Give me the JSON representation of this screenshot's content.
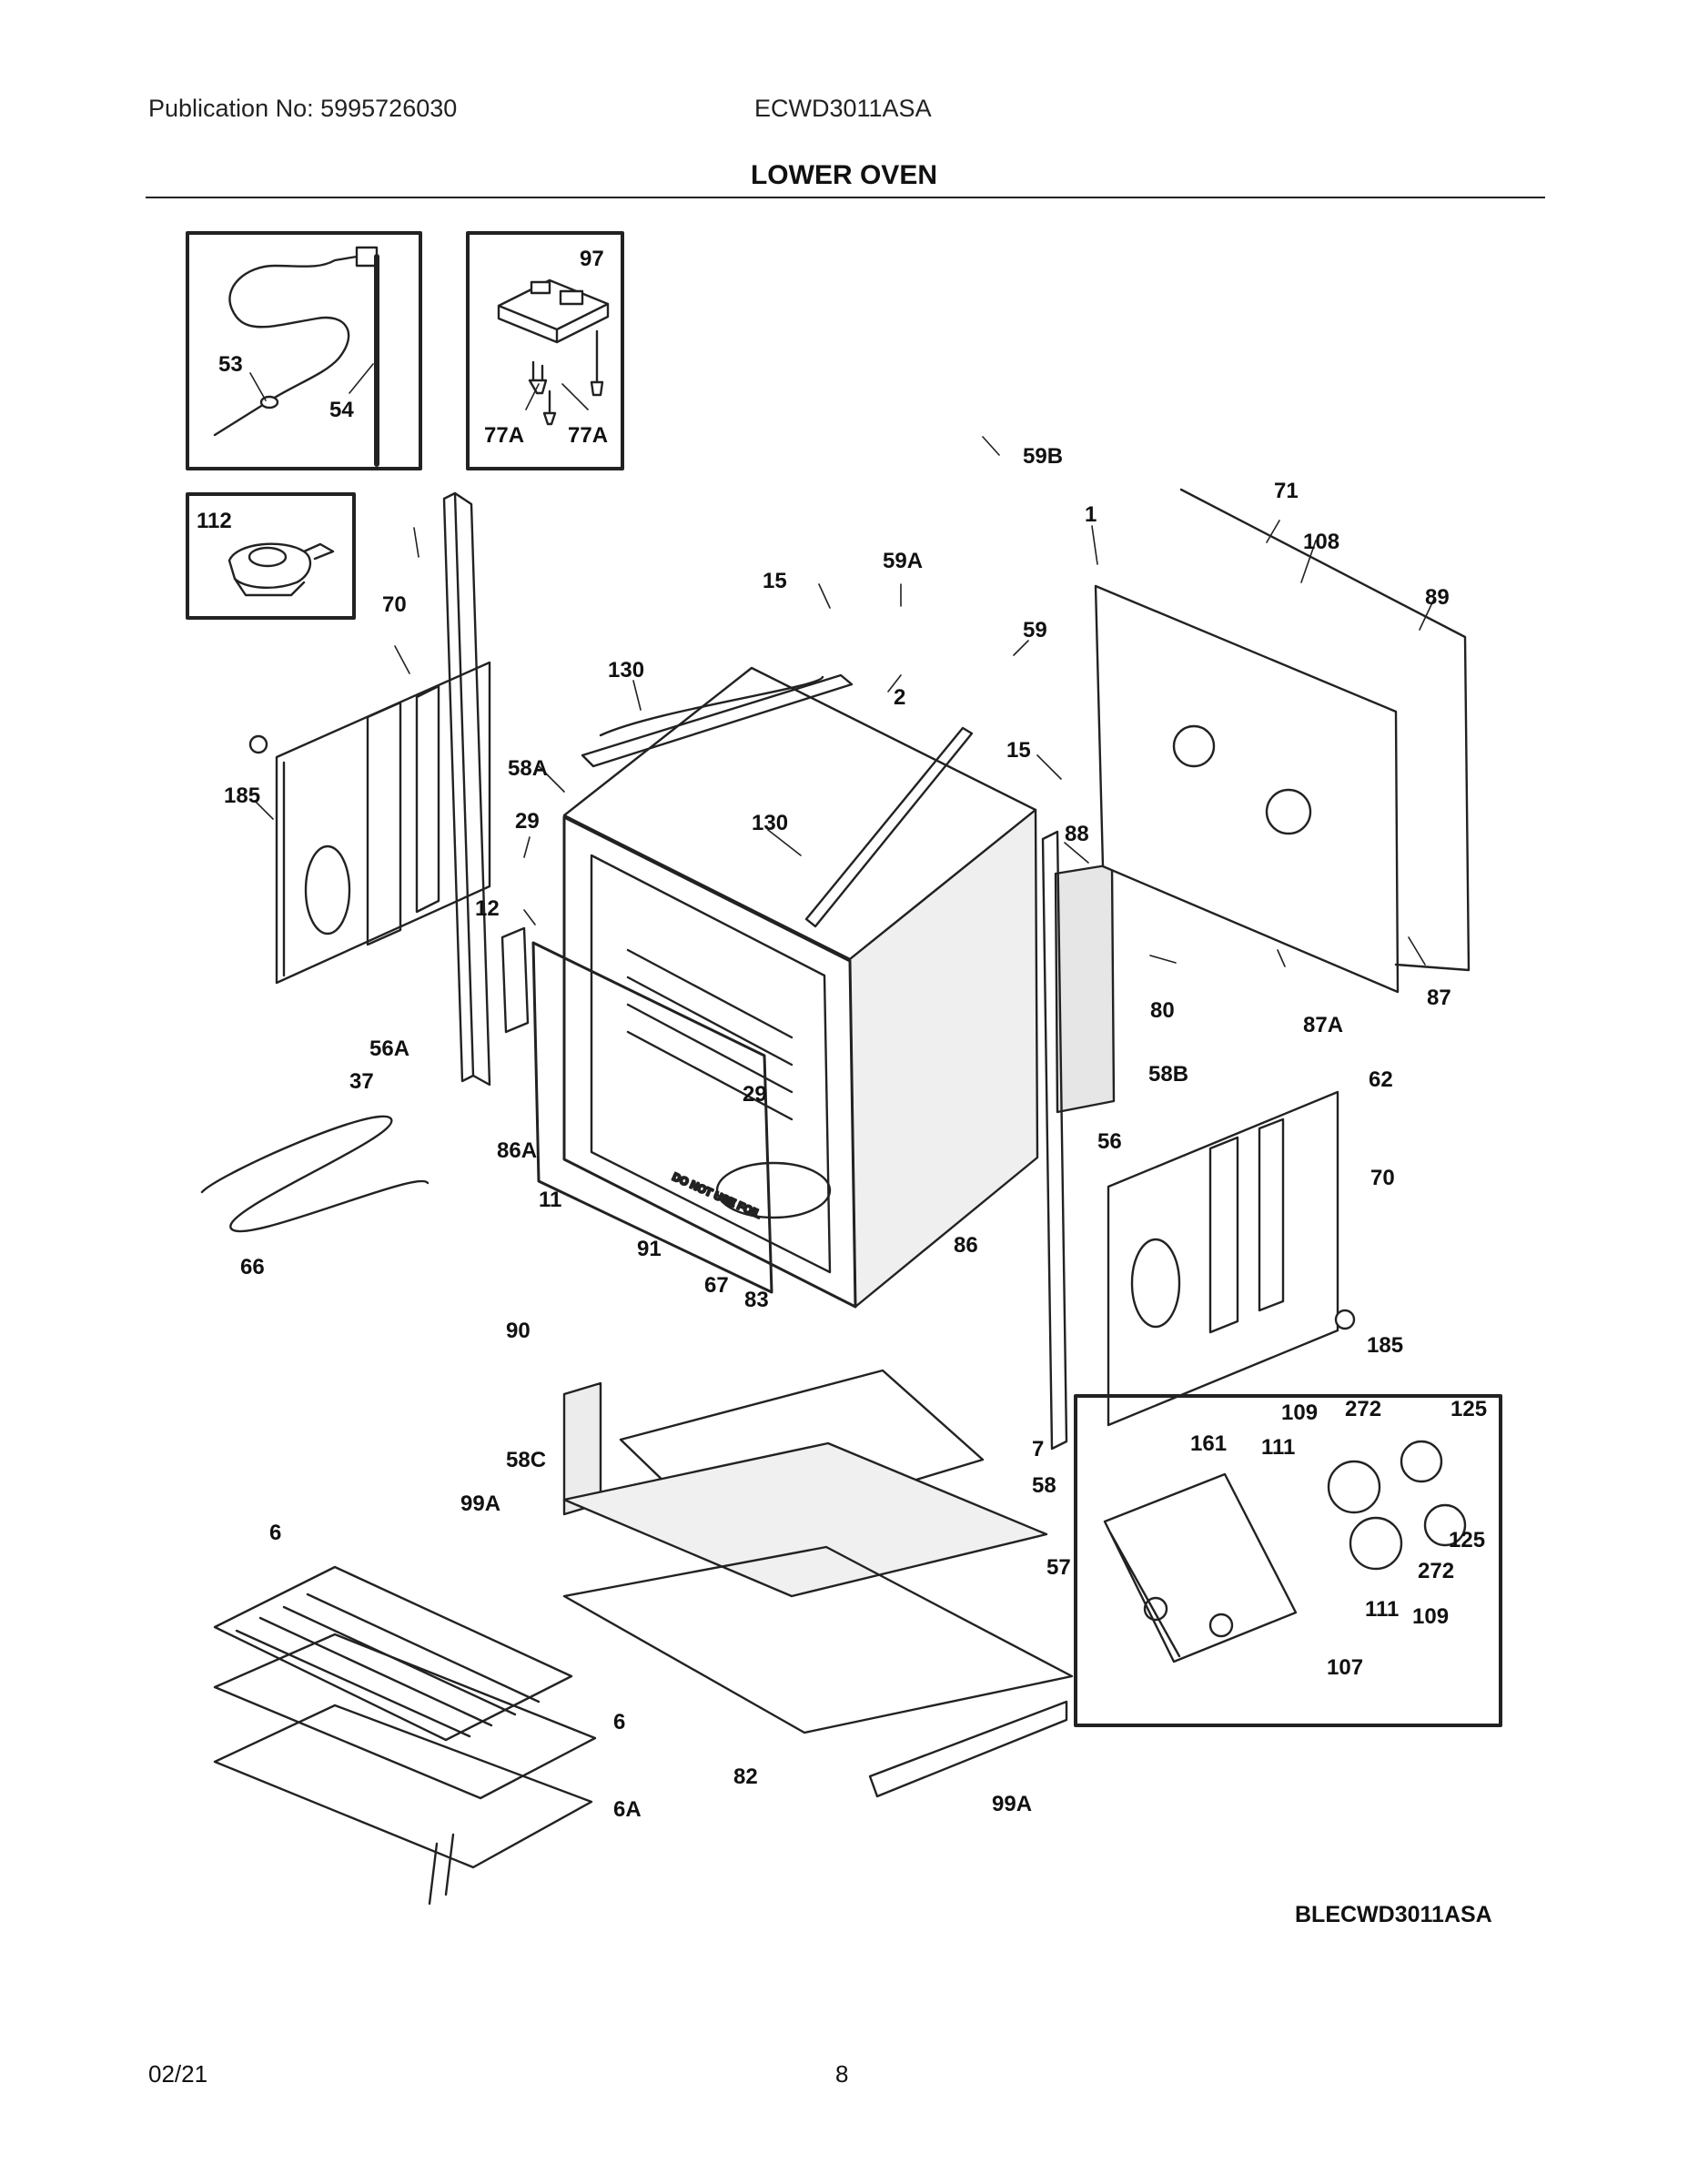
{
  "header": {
    "publication": "Publication No: 5995726030",
    "model": "ECWD3011ASA",
    "title": "LOWER OVEN"
  },
  "diagram": {
    "callouts": [
      "97",
      "53",
      "54",
      "77A",
      "77A",
      "59B",
      "112",
      "71",
      "1",
      "108",
      "70",
      "15",
      "59A",
      "89",
      "59",
      "130",
      "2",
      "185",
      "15",
      "58A",
      "29",
      "130",
      "88",
      "12",
      "80",
      "87A",
      "87",
      "56A",
      "37",
      "29",
      "58B",
      "62",
      "86A",
      "11",
      "56",
      "70",
      "86",
      "66",
      "91",
      "67",
      "83",
      "90",
      "185",
      "109",
      "272",
      "125",
      "161",
      "111",
      "58C",
      "7",
      "99A",
      "58",
      "6",
      "125",
      "57",
      "272",
      "111",
      "109",
      "107",
      "6",
      "82",
      "6A",
      "99A"
    ],
    "warning_text": "DO NOT USE FOIL",
    "drawing_code": "BLECWD3011ASA"
  },
  "footer": {
    "date": "02/21",
    "page": "8"
  }
}
